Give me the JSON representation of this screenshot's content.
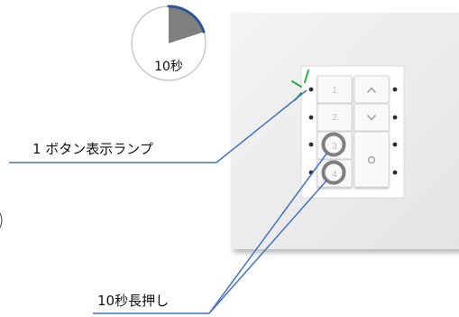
{
  "timer": {
    "label": "10秒",
    "progress_fraction": 0.2,
    "colors": {
      "wedge": "#7f7f7f",
      "elapsed_arc": "#2f5597",
      "ring": "#c9c9c9"
    }
  },
  "panel": {
    "buttons": [
      {
        "label": "1"
      },
      {
        "label": "2"
      },
      {
        "label": "3"
      },
      {
        "label": "4"
      }
    ],
    "up_icon": "chevron-up-icon",
    "down_icon": "chevron-down-icon",
    "center_icon": "circle-icon"
  },
  "callouts": {
    "lamp_label": "1 ボタン表示ランプ",
    "hold_label": "10秒長押し",
    "colors": {
      "line": "#4472c4",
      "highlight_ring": "#7f7f7f",
      "lamp_flash": "#22b14c"
    }
  }
}
